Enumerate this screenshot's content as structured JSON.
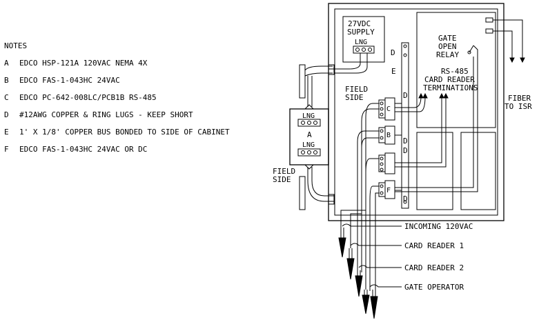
{
  "notes": {
    "title": "NOTES",
    "items": [
      {
        "key": "A",
        "text": "EDCO HSP-121A 120VAC NEMA 4X"
      },
      {
        "key": "B",
        "text": "EDCO FAS-1-043HC 24VAC"
      },
      {
        "key": "C",
        "text": "EDCO PC-642-008LC/PCB1B RS-485"
      },
      {
        "key": "D",
        "text": "#12AWG COPPER & RING LUGS - KEEP SHORT"
      },
      {
        "key": "E",
        "text": "1' X 1/8' COPPER BUS BONDED TO SIDE OF CABINET"
      },
      {
        "key": "F",
        "text": "EDCO FAS-1-043HC 24VAC OR DC"
      }
    ]
  },
  "labels": {
    "supply_1": "27VDC",
    "supply_2": "SUPPLY",
    "supply_lng": "LNG",
    "gate_1": "GATE",
    "gate_2": "OPEN",
    "gate_3": "RELAY",
    "rs_1": "RS-485",
    "rs_2": "CARD READER",
    "rs_3": "TERMINATIONS",
    "fiber_1": "FIBER",
    "fiber_2": "TO ISR",
    "field_side_inner_1": "FIELD",
    "field_side_inner_2": "SIDE",
    "field_side_outer_1": "FIELD",
    "field_side_outer_2": "SIDE",
    "box_a_lng_top": "LNG",
    "box_a_letter": "A",
    "box_a_lng_bottom": "LNG",
    "bus_e": "E",
    "d_top": "D",
    "d_c": "D",
    "d_b1": "D",
    "d_b2": "D",
    "d_f": "D",
    "dev_c": "C",
    "dev_b": "B",
    "dev_f": "F",
    "callout_1": "INCOMING 120VAC",
    "callout_2": "CARD READER 1",
    "callout_3": "CARD READER 2",
    "callout_4": "GATE OPERATOR"
  }
}
